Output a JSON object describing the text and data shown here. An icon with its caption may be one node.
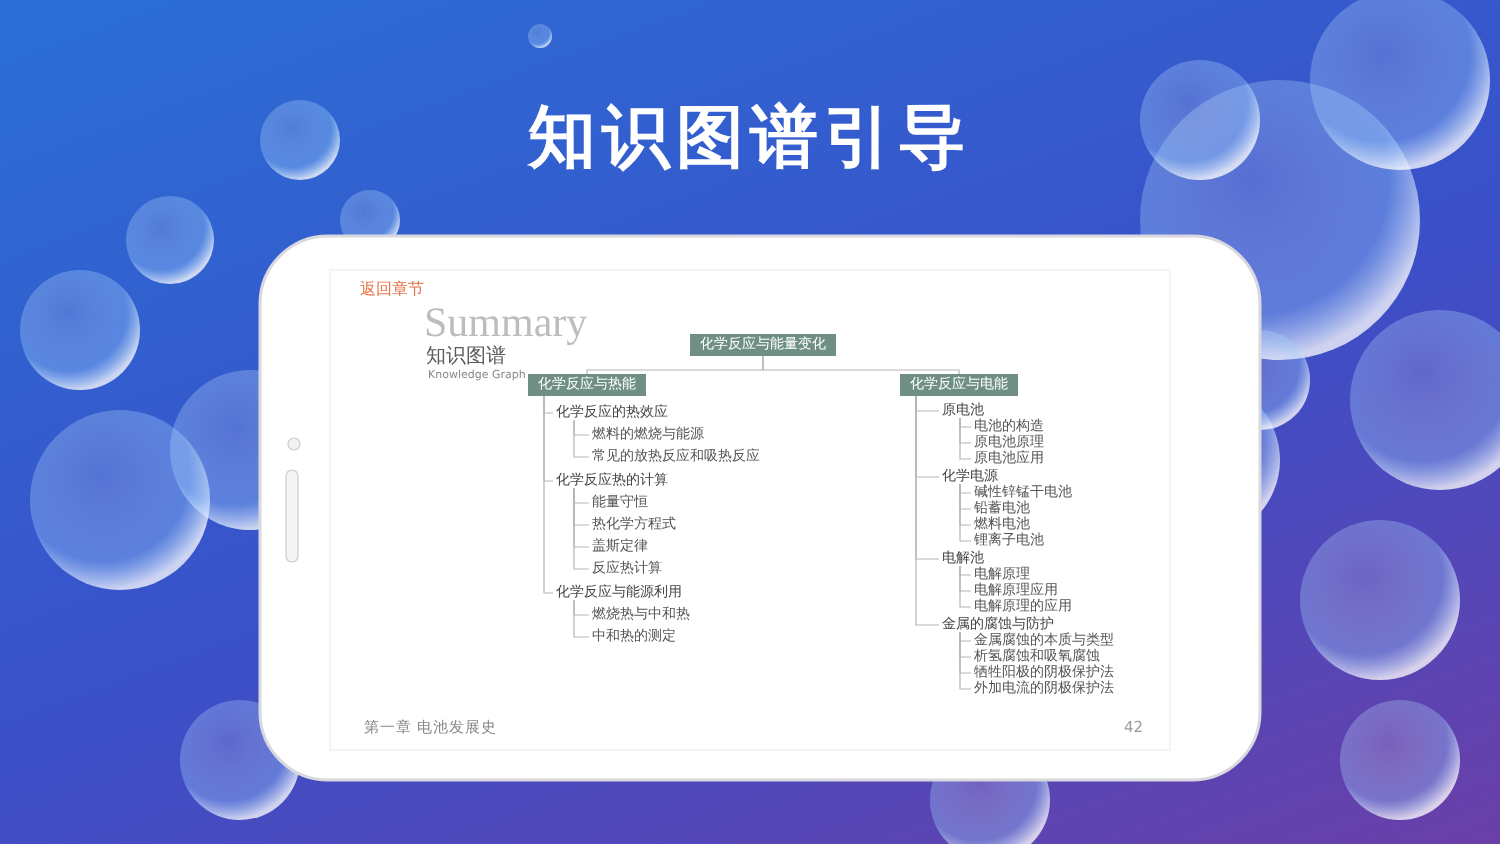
{
  "diagram": {
    "title": "知识图谱引导",
    "nodes": [
      {
        "text": [
          "化学反应与能量变化"
        ]
      },
      {
        "text": [
          "化学反应与热能"
        ]
      },
      {
        "text": [
          "化学反应的热效应"
        ]
      },
      {
        "text": [
          "燃料的燃烧与能源"
        ]
      },
      {
        "text": [
          "常见的放热反应和吸热反应"
        ]
      },
      {
        "text": [
          "化学反应热的计算"
        ]
      },
      {
        "text": [
          "能量守恒"
        ]
      },
      {
        "text": [
          "热化学方程式"
        ]
      },
      {
        "text": [
          "盖斯定律"
        ]
      },
      {
        "text": [
          "反应热计算"
        ]
      },
      {
        "text": [
          "化学反应与能源利用"
        ]
      },
      {
        "text": [
          "燃烧热与中和热"
        ]
      },
      {
        "text": [
          "中和热的测定"
        ]
      },
      {
        "text": [
          "化学反应与电能"
        ]
      },
      {
        "text": [
          "原电池"
        ]
      },
      {
        "text": [
          "电池的构造"
        ]
      },
      {
        "text": [
          "原电池原理"
        ]
      },
      {
        "text": [
          "原电池应用"
        ]
      },
      {
        "text": [
          "化学电源"
        ]
      },
      {
        "text": [
          "碱性锌锰干电池"
        ]
      },
      {
        "text": [
          "铅蓄电池"
        ]
      },
      {
        "text": [
          "燃料电池"
        ]
      },
      {
        "text": [
          "锂离子电池"
        ]
      },
      {
        "text": [
          "电解池"
        ]
      },
      {
        "text": [
          "电解原理"
        ]
      },
      {
        "text": [
          "电解原理应用"
        ]
      },
      {
        "text": [
          "电解原理的应用"
        ]
      },
      {
        "text": [
          "金属的腐蚀与防护"
        ]
      },
      {
        "text": [
          "金属腐蚀的本质与类型"
        ]
      },
      {
        "text": [
          "析氢腐蚀和吸氧腐蚀"
        ]
      },
      {
        "text": [
          "牺牲阳极的阴极保护法"
        ]
      },
      {
        "text": [
          "外加电流的阴极保护法"
        ]
      }
    ],
    "edges": [
      {
        "from": 0,
        "to": 1,
        "arrow": "none"
      },
      {
        "from": 0,
        "to": 13,
        "arrow": "none"
      },
      {
        "from": 1,
        "to": 2,
        "arrow": "none"
      },
      {
        "from": 2,
        "to": 3,
        "arrow": "none"
      },
      {
        "from": 2,
        "to": 4,
        "arrow": "none"
      },
      {
        "from": 1,
        "to": 5,
        "arrow": "none"
      },
      {
        "from": 5,
        "to": 6,
        "arrow": "none"
      },
      {
        "from": 5,
        "to": 7,
        "arrow": "none"
      },
      {
        "from": 5,
        "to": 8,
        "arrow": "none"
      },
      {
        "from": 5,
        "to": 9,
        "arrow": "none"
      },
      {
        "from": 1,
        "to": 10,
        "arrow": "none"
      },
      {
        "from": 10,
        "to": 11,
        "arrow": "none"
      },
      {
        "from": 10,
        "to": 12,
        "arrow": "none"
      },
      {
        "from": 13,
        "to": 14,
        "arrow": "none"
      },
      {
        "from": 14,
        "to": 15,
        "arrow": "none"
      },
      {
        "from": 14,
        "to": 16,
        "arrow": "none"
      },
      {
        "from": 14,
        "to": 17,
        "arrow": "none"
      },
      {
        "from": 13,
        "to": 18,
        "arrow": "none"
      },
      {
        "from": 18,
        "to": 19,
        "arrow": "none"
      },
      {
        "from": 18,
        "to": 20,
        "arrow": "none"
      },
      {
        "from": 18,
        "to": 21,
        "arrow": "none"
      },
      {
        "from": 18,
        "to": 22,
        "arrow": "none"
      },
      {
        "from": 13,
        "to": 23,
        "arrow": "none"
      },
      {
        "from": 23,
        "to": 24,
        "arrow": "none"
      },
      {
        "from": 23,
        "to": 25,
        "arrow": "none"
      },
      {
        "from": 23,
        "to": 26,
        "arrow": "none"
      },
      {
        "from": 13,
        "to": 27,
        "arrow": "none"
      },
      {
        "from": 27,
        "to": 28,
        "arrow": "none"
      },
      {
        "from": 27,
        "to": 29,
        "arrow": "none"
      },
      {
        "from": 27,
        "to": 30,
        "arrow": "none"
      },
      {
        "from": 27,
        "to": 31,
        "arrow": "none"
      }
    ],
    "labels": [
      "返回章节",
      "Summary",
      "知识图谱",
      "Knowledge Graph",
      "第一章 电池发展史",
      "42"
    ]
  }
}
